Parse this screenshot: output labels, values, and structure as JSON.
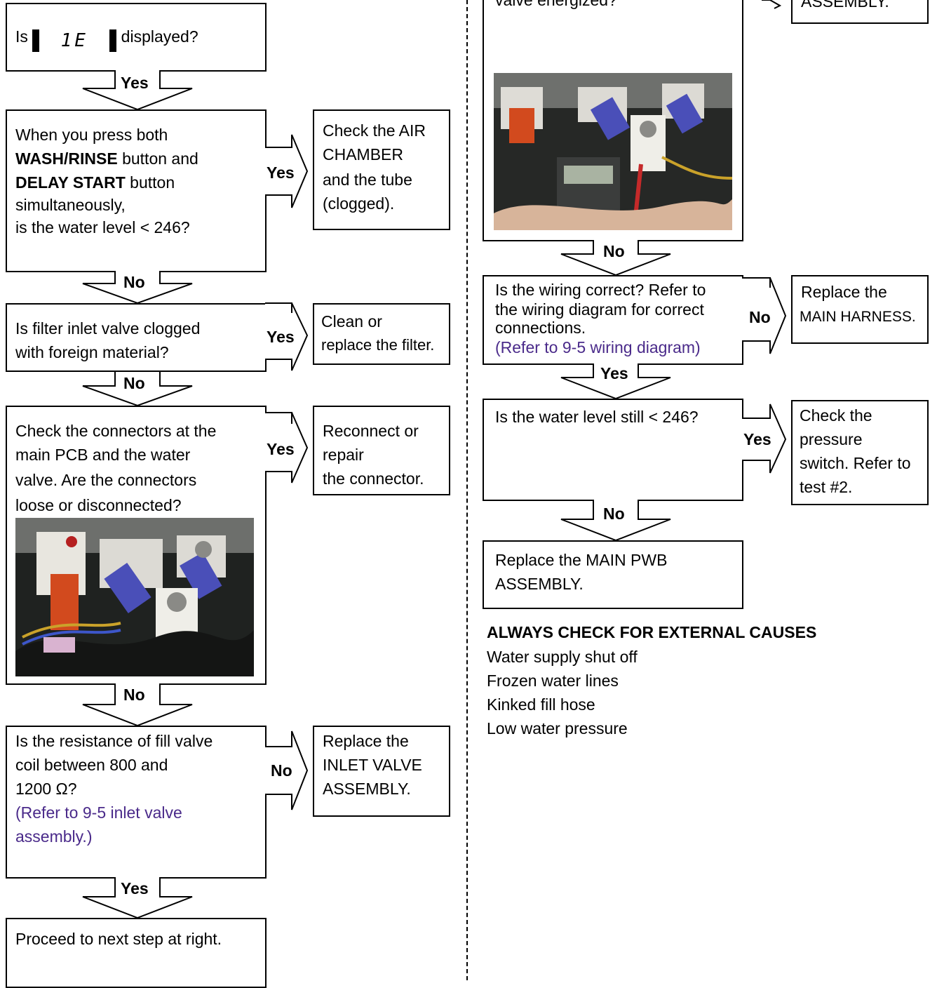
{
  "left": {
    "q1": {
      "prefix": "Is",
      "display_code": "1E",
      "suffix": "displayed?"
    },
    "a1_label": "Yes",
    "q2": {
      "line1": "When you press both",
      "line2_bold": "WASH/RINSE",
      "line2_rest": " button and",
      "line3_bold": "DELAY START",
      "line3_rest": " button",
      "line4": "simultaneously,",
      "line5": "is the water level < 246?"
    },
    "q2_yes_label": "Yes",
    "q2_yes_action": [
      "Check the AIR",
      "CHAMBER",
      "and the tube",
      "(clogged)."
    ],
    "a2_label": "No",
    "q3": [
      "Is filter inlet valve clogged",
      "with foreign material?"
    ],
    "q3_yes_label": "Yes",
    "q3_yes_action": [
      "Clean or",
      "replace the filter."
    ],
    "a3_label": "No",
    "q4": [
      "Check the connectors at the",
      "main PCB and the water",
      "valve. Are the connectors",
      "loose or disconnected?"
    ],
    "q4_yes_label": "Yes",
    "q4_yes_action": [
      "Reconnect or",
      "repair",
      "the connector."
    ],
    "a4_label": "No",
    "q5": [
      "Is the resistance of fill valve",
      "coil between 800 and",
      "1200 Ω?"
    ],
    "q5_ref": [
      "(Refer to 9-5 inlet valve",
      "assembly.)"
    ],
    "q5_no_label": "No",
    "q5_no_action": [
      "Replace the",
      "INLET VALVE",
      "ASSEMBLY."
    ],
    "a5_label": "Yes",
    "final": "Proceed to next step at right."
  },
  "right": {
    "q6_text": "valve energized?",
    "q6_action": "ASSEMBLY.",
    "a6_label": "No",
    "q7": [
      "Is the wiring correct? Refer to",
      "the wiring diagram for correct",
      "connections."
    ],
    "q7_ref": "(Refer to 9-5 wiring diagram)",
    "q7_no_label": "No",
    "q7_no_action": [
      "Replace the",
      "MAIN HARNESS."
    ],
    "a7_label": "Yes",
    "q8": "Is the water level still < 246?",
    "q8_yes_label": "Yes",
    "q8_yes_action": [
      "Check the",
      "pressure",
      "switch. Refer to",
      "test #2."
    ],
    "a8_label": "No",
    "q9": [
      "Replace the MAIN PWB",
      "ASSEMBLY."
    ],
    "causes_title": "ALWAYS CHECK FOR EXTERNAL CAUSES",
    "causes": [
      "Water supply shut off",
      "Frozen water lines",
      "Kinked fill hose",
      "Low water pressure"
    ]
  },
  "colors": {
    "reference_text": "#4a2a8a",
    "border": "#000000"
  }
}
